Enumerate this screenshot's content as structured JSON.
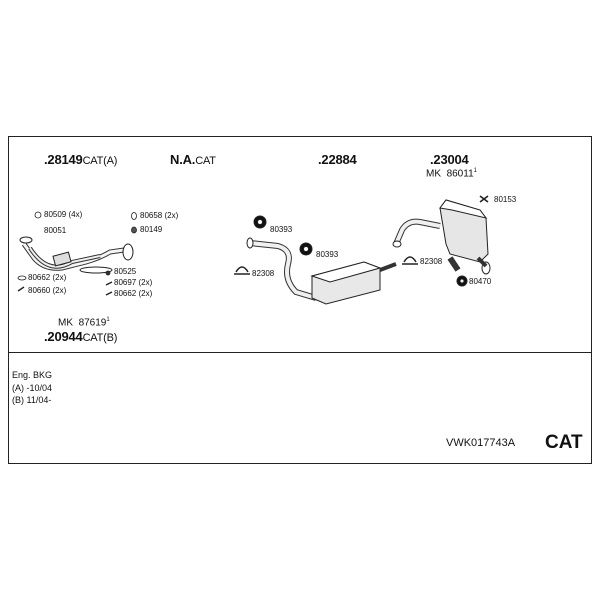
{
  "groups": {
    "g28149": {
      "number": ".28149",
      "suffix": "CAT(A)"
    },
    "gNA": {
      "number": "N.A.",
      "suffix": "CAT"
    },
    "g22884": {
      "number": ".22884",
      "suffix": ""
    },
    "g23004": {
      "number": ".23004",
      "suffix": ""
    },
    "g20944": {
      "number": ".20944",
      "suffix": "CAT(B)"
    }
  },
  "mounting_kits": {
    "mk86011": {
      "prefix": "MK",
      "number": "86011",
      "note": "1"
    },
    "mk87619": {
      "prefix": "MK",
      "number": "87619",
      "note": "1"
    }
  },
  "parts": {
    "p80509": "80509 (4x)",
    "p80051": "80051",
    "p80658": "80658 (2x)",
    "p80149": "80149",
    "p80662a": "80662 (2x)",
    "p80660": "80660 (2x)",
    "p80525": "80525",
    "p80697": "80697 (2x)",
    "p80662b": "80662 (2x)",
    "p80393a": "80393",
    "p82308a": "82308",
    "p80393b": "80393",
    "p82308b": "82308",
    "p80153": "80153",
    "p80470": "80470"
  },
  "legend": {
    "engine": "Eng. BKG",
    "range_a": "(A) -10/04",
    "range_b": "(B) 11/04-"
  },
  "footer": {
    "code": "VWK017743A",
    "type": "CAT"
  }
}
